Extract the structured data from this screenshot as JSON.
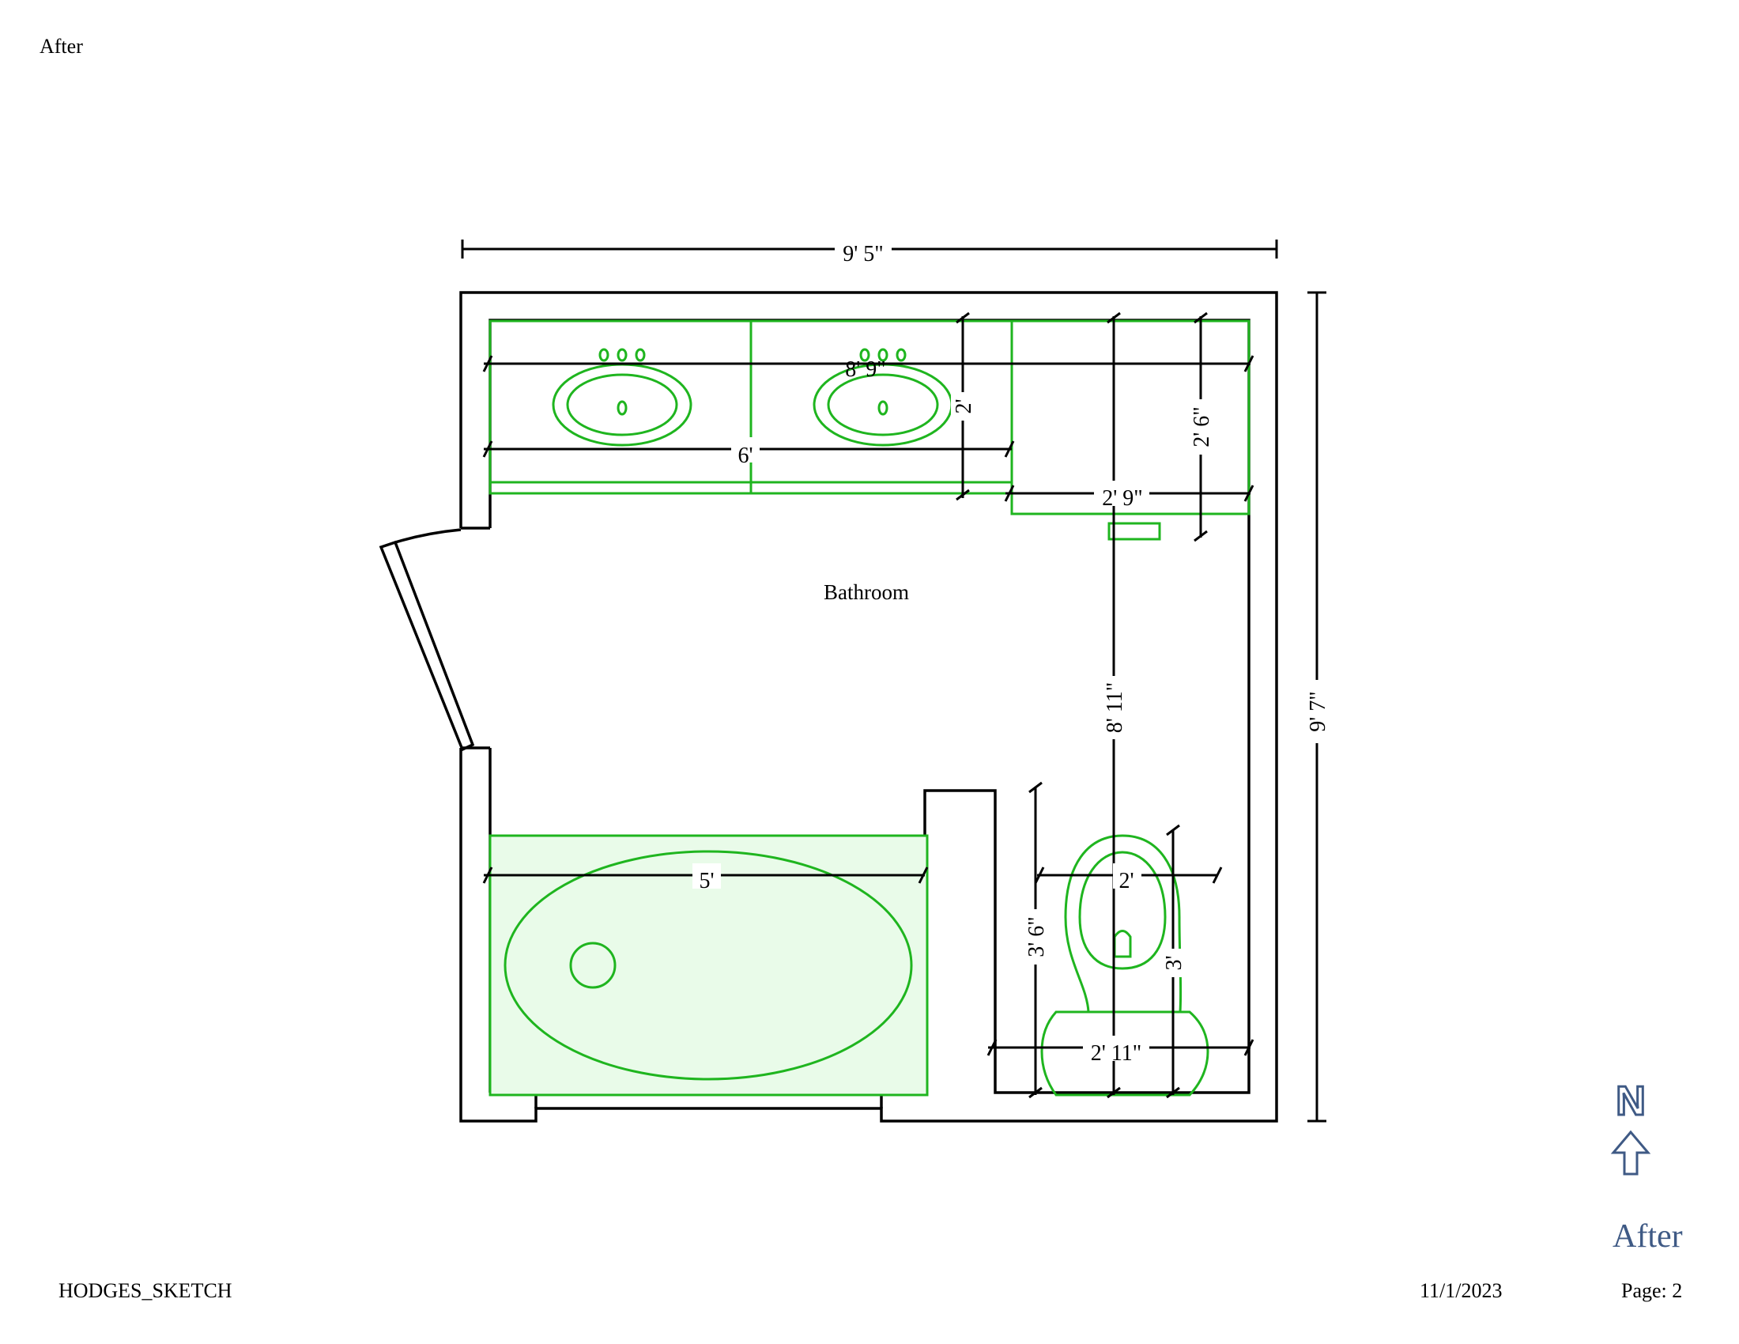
{
  "header": {
    "title": "After"
  },
  "room": {
    "name": "Bathroom"
  },
  "dimensions": {
    "overall_width": "9' 5\"",
    "overall_height": "9' 7\"",
    "vanity_length": "8' 9\"",
    "sinks_width": "6'",
    "vanity_depth": "2'",
    "cabinet_depth": "2' 6\"",
    "cabinet_width": "2' 9\"",
    "toilet_run": "8' 11\"",
    "tub_length": "5'",
    "toilet_width": "2'",
    "toilet_depth": "3' 6\"",
    "toilet_height": "3'",
    "toilet_alcove": "2' 11\""
  },
  "compass": {
    "letter": "N",
    "label": "After"
  },
  "footer": {
    "sketch_name": "HODGES_SKETCH",
    "date": "11/1/2023",
    "page": "Page: 2"
  },
  "colors": {
    "fixture": "#1fb51f",
    "tub_fill": "#e9fbe9",
    "wall": "#000000",
    "compass": "#3f5a85"
  }
}
